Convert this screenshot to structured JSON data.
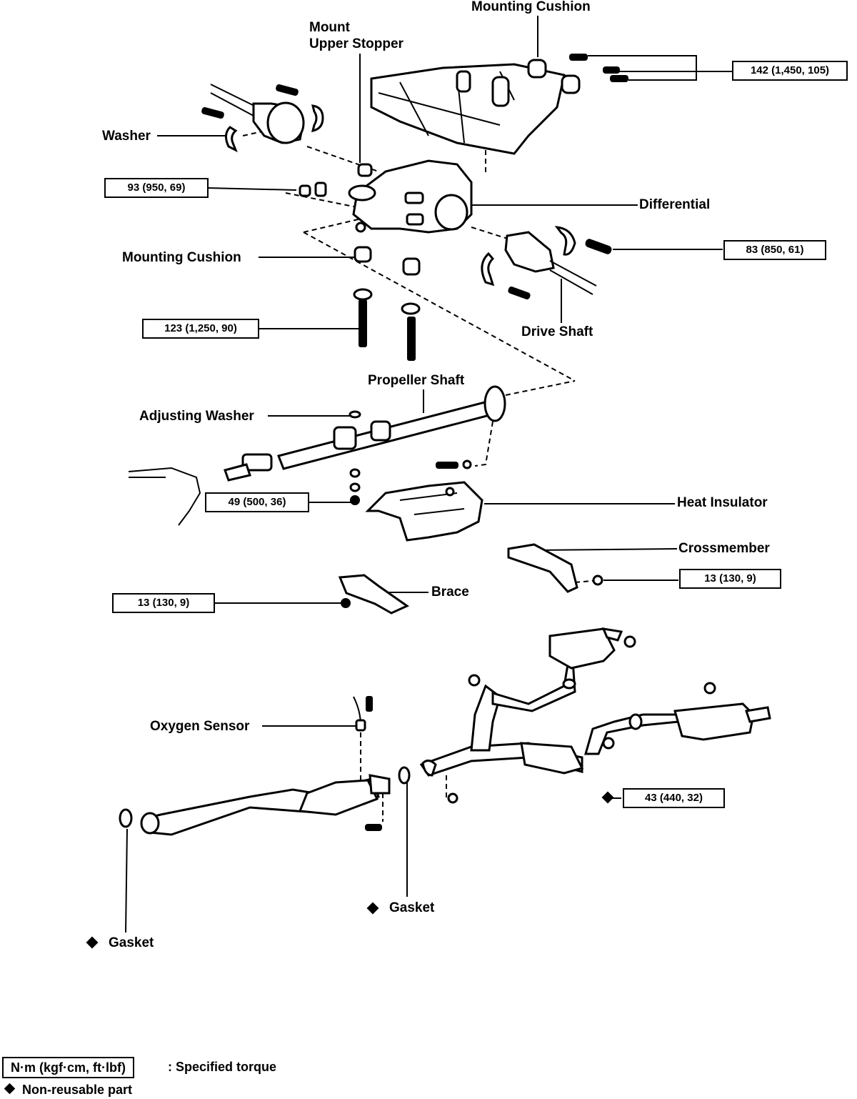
{
  "labels": {
    "mounting_cushion_top": "Mounting Cushion",
    "mount_line1": "Mount",
    "mount_line2": "Upper Stopper",
    "washer": "Washer",
    "differential": "Differential",
    "mounting_cushion_mid": "Mounting Cushion",
    "drive_shaft": "Drive Shaft",
    "propeller_shaft": "Propeller Shaft",
    "adjusting_washer": "Adjusting Washer",
    "heat_insulator": "Heat Insulator",
    "crossmember": "Crossmember",
    "brace": "Brace",
    "oxygen_sensor": "Oxygen Sensor",
    "gasket_center": "Gasket",
    "gasket_left": "Gasket"
  },
  "torques": {
    "t142": "142 (1,450, 105)",
    "t93": "93 (950, 69)",
    "t83": "83 (850, 61)",
    "t123": "123 (1,250, 90)",
    "t49": "49 (500, 36)",
    "t13_right": "13 (130, 9)",
    "t13_left": "13 (130, 9)",
    "t43": "43 (440, 32)"
  },
  "legend": {
    "torque_unit": "N·m (kgf·cm, ft·lbf)",
    "torque_desc": ": Specified torque",
    "nonreusable": "Non-reusable part"
  }
}
